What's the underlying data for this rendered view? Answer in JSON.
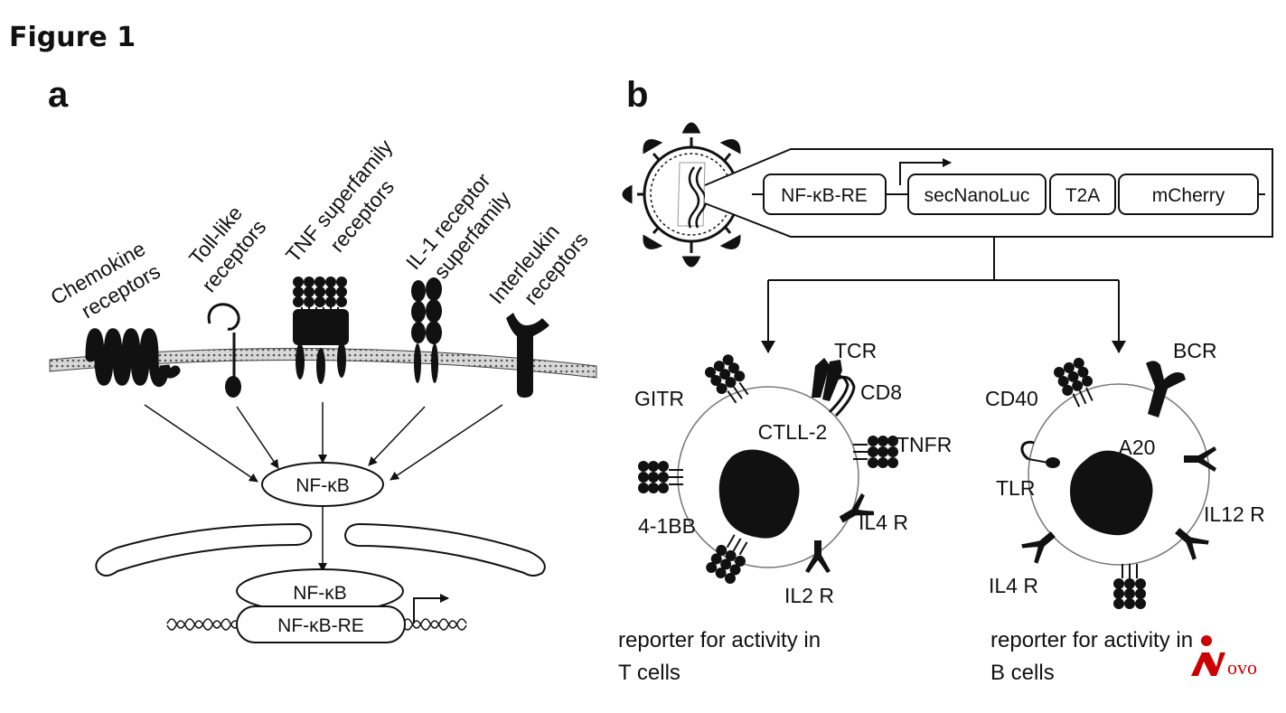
{
  "figure_title": "Figure 1",
  "panel_a": {
    "label": "a",
    "receptors": [
      {
        "line1": "Chemokine",
        "line2": "receptors"
      },
      {
        "line1": "Toll-like",
        "line2": "receptors"
      },
      {
        "line1": "TNF superfamily",
        "line2": "receptors"
      },
      {
        "line1": "IL-1 receptor",
        "line2": "superfamily"
      },
      {
        "line1": "Interleukin",
        "line2": "receptors"
      }
    ],
    "nfkb": "NF-κB",
    "nfkb_nucleus": "NF-κB",
    "nfkb_re": "NF-κB-RE"
  },
  "panel_b": {
    "label": "b",
    "construct": {
      "nfkb_re": "NF-κB-RE",
      "secnanoluc": "secNanoLuc",
      "t2a": "T2A",
      "mcherry": "mCherry"
    },
    "t_cell": {
      "name": "CTLL-2",
      "receptors": {
        "tcr": "TCR",
        "cd8": "CD8",
        "gitr": "GITR",
        "tnfr": "TNFR",
        "il4r": "IL4 R",
        "il2r": "IL2 R",
        "ox": "4-1BB"
      },
      "caption_line1": "reporter for activity in",
      "caption_line2": "T cells"
    },
    "b_cell": {
      "name": "A20",
      "receptors": {
        "cd40": "CD40",
        "bcr": "BCR",
        "tlr": "TLR",
        "il12r": "IL12 R",
        "il4r": "IL4 R"
      },
      "caption_line1": "reporter for activity in",
      "caption_line2": "B cells"
    }
  },
  "watermark": {
    "text": "ovo",
    "color": "#cc0000"
  }
}
